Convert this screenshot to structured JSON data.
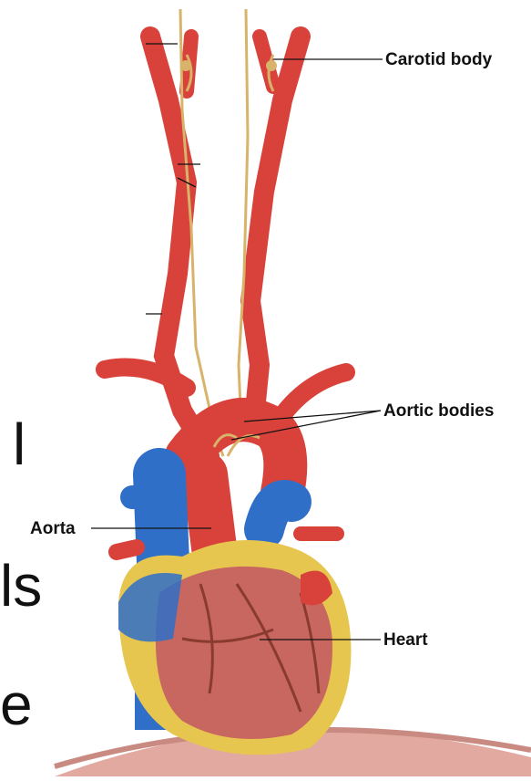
{
  "labels": {
    "carotid_body": "Carotid body",
    "aortic_bodies": "Aortic bodies",
    "aorta": "Aorta",
    "heart": "Heart"
  },
  "background_slide_fragments": {
    "frag1": "l",
    "frag2": "ls",
    "frag3": "e"
  },
  "colors": {
    "artery_red": "#d9423a",
    "vein_blue": "#2f6fc8",
    "nerve_tan": "#d8b36a",
    "heart_muscle": "#c8675f",
    "fat_yellow": "#e7c64f"
  }
}
